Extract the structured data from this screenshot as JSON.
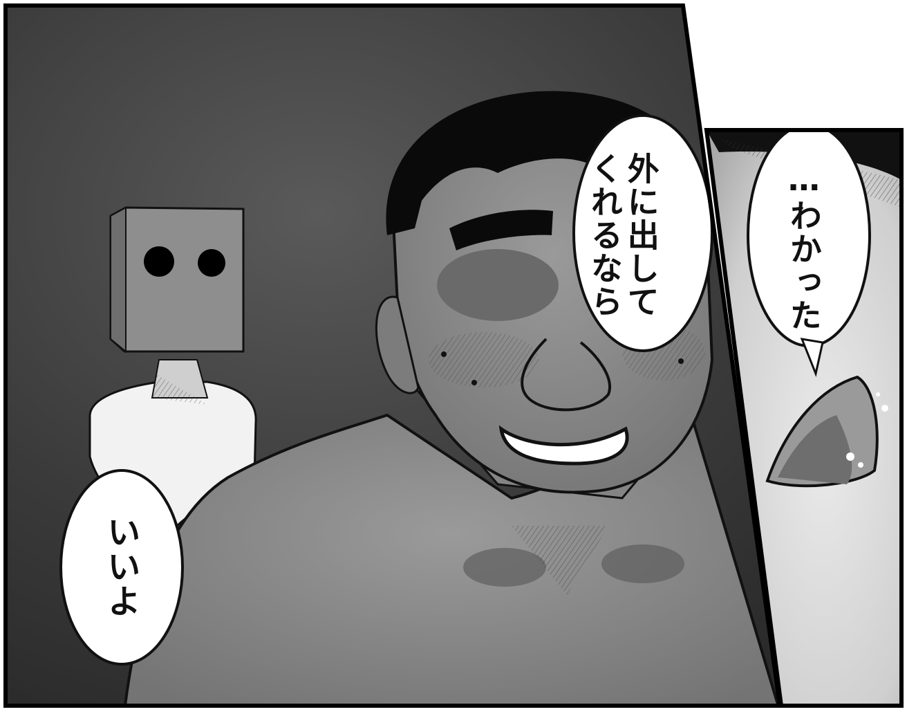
{
  "panels": [
    {
      "name": "left-panel"
    },
    {
      "name": "right-panel"
    }
  ],
  "bubbles": {
    "outside": {
      "lines": [
        "外に出して",
        "くれるなら"
      ]
    },
    "understood": {
      "lines": [
        "…わかった"
      ]
    },
    "okay": {
      "lines": [
        "いいよ"
      ]
    }
  },
  "colors": {
    "border": "#000000",
    "background_dark": "#3a3a3a",
    "skin_dark": "#8a8a8a",
    "skin_light": "#f2f2f2",
    "bubble_fill": "#ffffff",
    "right_panel_fill": "#d8d8d8"
  }
}
